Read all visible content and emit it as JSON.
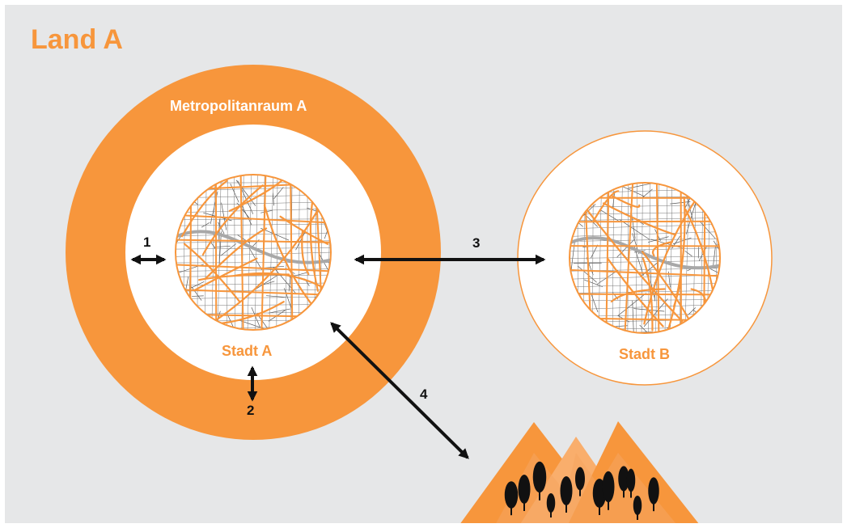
{
  "title": "Land A",
  "labels": {
    "metro": "Metropolitanraum A",
    "city_a": "Stadt A",
    "city_b": "Stadt B",
    "arrow1": "1",
    "arrow2": "2",
    "arrow3": "3",
    "arrow4": "4"
  },
  "colors": {
    "background": "#e6e7e8",
    "orange": "#f7963c",
    "light_orange": "#f9ae6c",
    "mountain_back": "#f6a560",
    "arrow": "#111111",
    "trees": "#111111",
    "street_grey": "#9a9a9a"
  }
}
